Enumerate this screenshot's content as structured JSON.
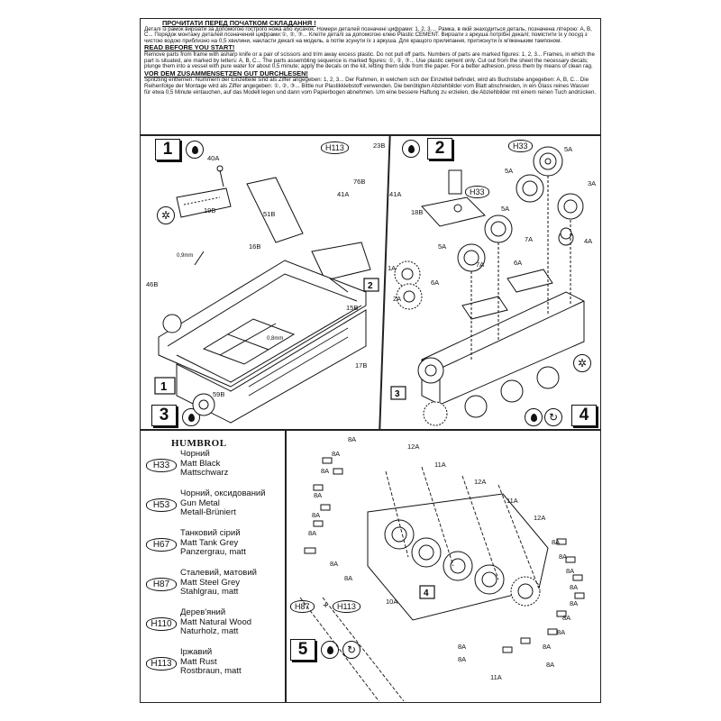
{
  "header": {
    "title_ua": "ПРОЧИТАТИ  ПЕРЕД  ПОЧАТКОМ СКЛАДАННЯ !",
    "text_ua": "Деталі із рамок вирізати за допомогою гострого ножа або кусачок. Номери деталей позначені цифрами: 1, 2, 3....  Рамка, в якій знаходиться  деталь,  позначена літерою: А, В, С... Порядок монтажу  деталей позначений цифрами:①, ②, ③... Клеїти деталі за допомогою клею  Plastic CEMENT. Вирізати з аркуша потрібні декалі; помістити їх у посуд з чистою водою приблизно на 0,5 хвилини, накласти декалі на модель, а потім  зсунути їх з аркуша. Для кращого прилипання, притиснути їх м'якеньким тампоном.",
    "title_en": "READ BEFORE YOU START!",
    "text_en": "Remove parts from frame with asharp knife or a pair of scissors and trim  away excess plastic. Do not pull off parts. Numbers of parts are marked figures: 1, 2, 3... Frames, in which the part is situated, are marked  by  letters:  A, B, C... The parts assembling sequence is marked figures: ①, ②, ③... Use plastic cement only. Cut out from the sheet the necessary  decals; plunge them into a vessel with pure water for about 0,5 minute; apply  the decals on the kit, letting them slide from the paper. For a better adhesion,  press them by means of clean rag.",
    "title_de": "VOR DEM ZUSAMMENSETZEN GUT DURCHLESEN!",
    "text_de": "Spritzling entfernen. Nummern der Einzelteile sind als  Ziffer angegeben: 1, 2, 3...  Der Rahmen, in welchem sich der Einzelteil befindet, wird als Buchstabe angegeben: A, B, C... Die Reihenfolge der Montage wird als  Ziffer angegeben: ①, ②, ③... Bittle nur Plastikklebstoff verwenden. Die benötigten Abziehbilder vom Blatt abschneiden, in ein Glass reines Wasser für etwa 0,5 Minute eintauchen, auf das Modell legen und dann vom Papierbogen abnehmen. Um eine bessere Haftung zu erzielen, die Abziehbilder mit einem reinen Tuch andrücken."
  },
  "steps": {
    "s1": "1",
    "s2": "2",
    "s3": "3",
    "s4": "4",
    "s5": "5"
  },
  "badges": {
    "h113": "H113",
    "h33a": "H33",
    "h33b": "H33",
    "h87": "H87",
    "h113b": "H113",
    "plus": "+"
  },
  "parts": {
    "p40A": "40A",
    "p19B": "19B",
    "p51B": "51B",
    "p16B": "16B",
    "p46B": "46B",
    "p15B": "15B",
    "p17B": "17B",
    "p59B": "59B",
    "p23B": "23B",
    "p76B": "76B",
    "p41A": "41A",
    "p41A2": "41A",
    "p18B": "18B",
    "p5A1": "5A",
    "p5A2": "5A",
    "p5A3": "5A",
    "p5A4": "5A",
    "p3A": "3A",
    "p7A1": "7A",
    "p7A2": "7A",
    "p4A": "4A",
    "p2A": "2A",
    "p1A": "1A",
    "p6A1": "6A",
    "p6A2": "6A",
    "p09": "0,9mm",
    "p09b": "0,8mm",
    "s8A": [
      "8A",
      "8A",
      "8A",
      "8A",
      "8A",
      "8A",
      "8A",
      "8A",
      "8A",
      "8A",
      "8A",
      "8A",
      "8A",
      "8A",
      "8A",
      "8A",
      "8A"
    ],
    "p12A1": "12A",
    "p12A2": "12A",
    "p12A3": "12A",
    "p11A1": "11A",
    "p11A2": "11A",
    "p11A3": "11A",
    "p10A": "10A",
    "p8Ab": "8A",
    "p9A": "8A"
  },
  "paints": {
    "brand": "HUMBROL",
    "items": [
      {
        "code": "H33",
        "ua": "Чорний",
        "en": "Matt Black",
        "de": "Mattschwarz"
      },
      {
        "code": "H53",
        "ua": "Чорний, оксидований",
        "en": "Gun Metal",
        "de": "Metall-Brüniert"
      },
      {
        "code": "H67",
        "ua": "Танковий сірий",
        "en": "Matt Tank Grey",
        "de": "Panzergrau, matt"
      },
      {
        "code": "H87",
        "ua": "Сталевий, матовий",
        "en": "Matt Steel Grey",
        "de": "Stahlgrau, matt"
      },
      {
        "code": "H110",
        "ua": "Дерев'яний",
        "en": "Matt Natural Wood",
        "de": "Naturholz, matt"
      },
      {
        "code": "H113",
        "ua": "Іржавий",
        "en": "Matt Rust",
        "de": "Rostbraun, matt"
      }
    ]
  }
}
